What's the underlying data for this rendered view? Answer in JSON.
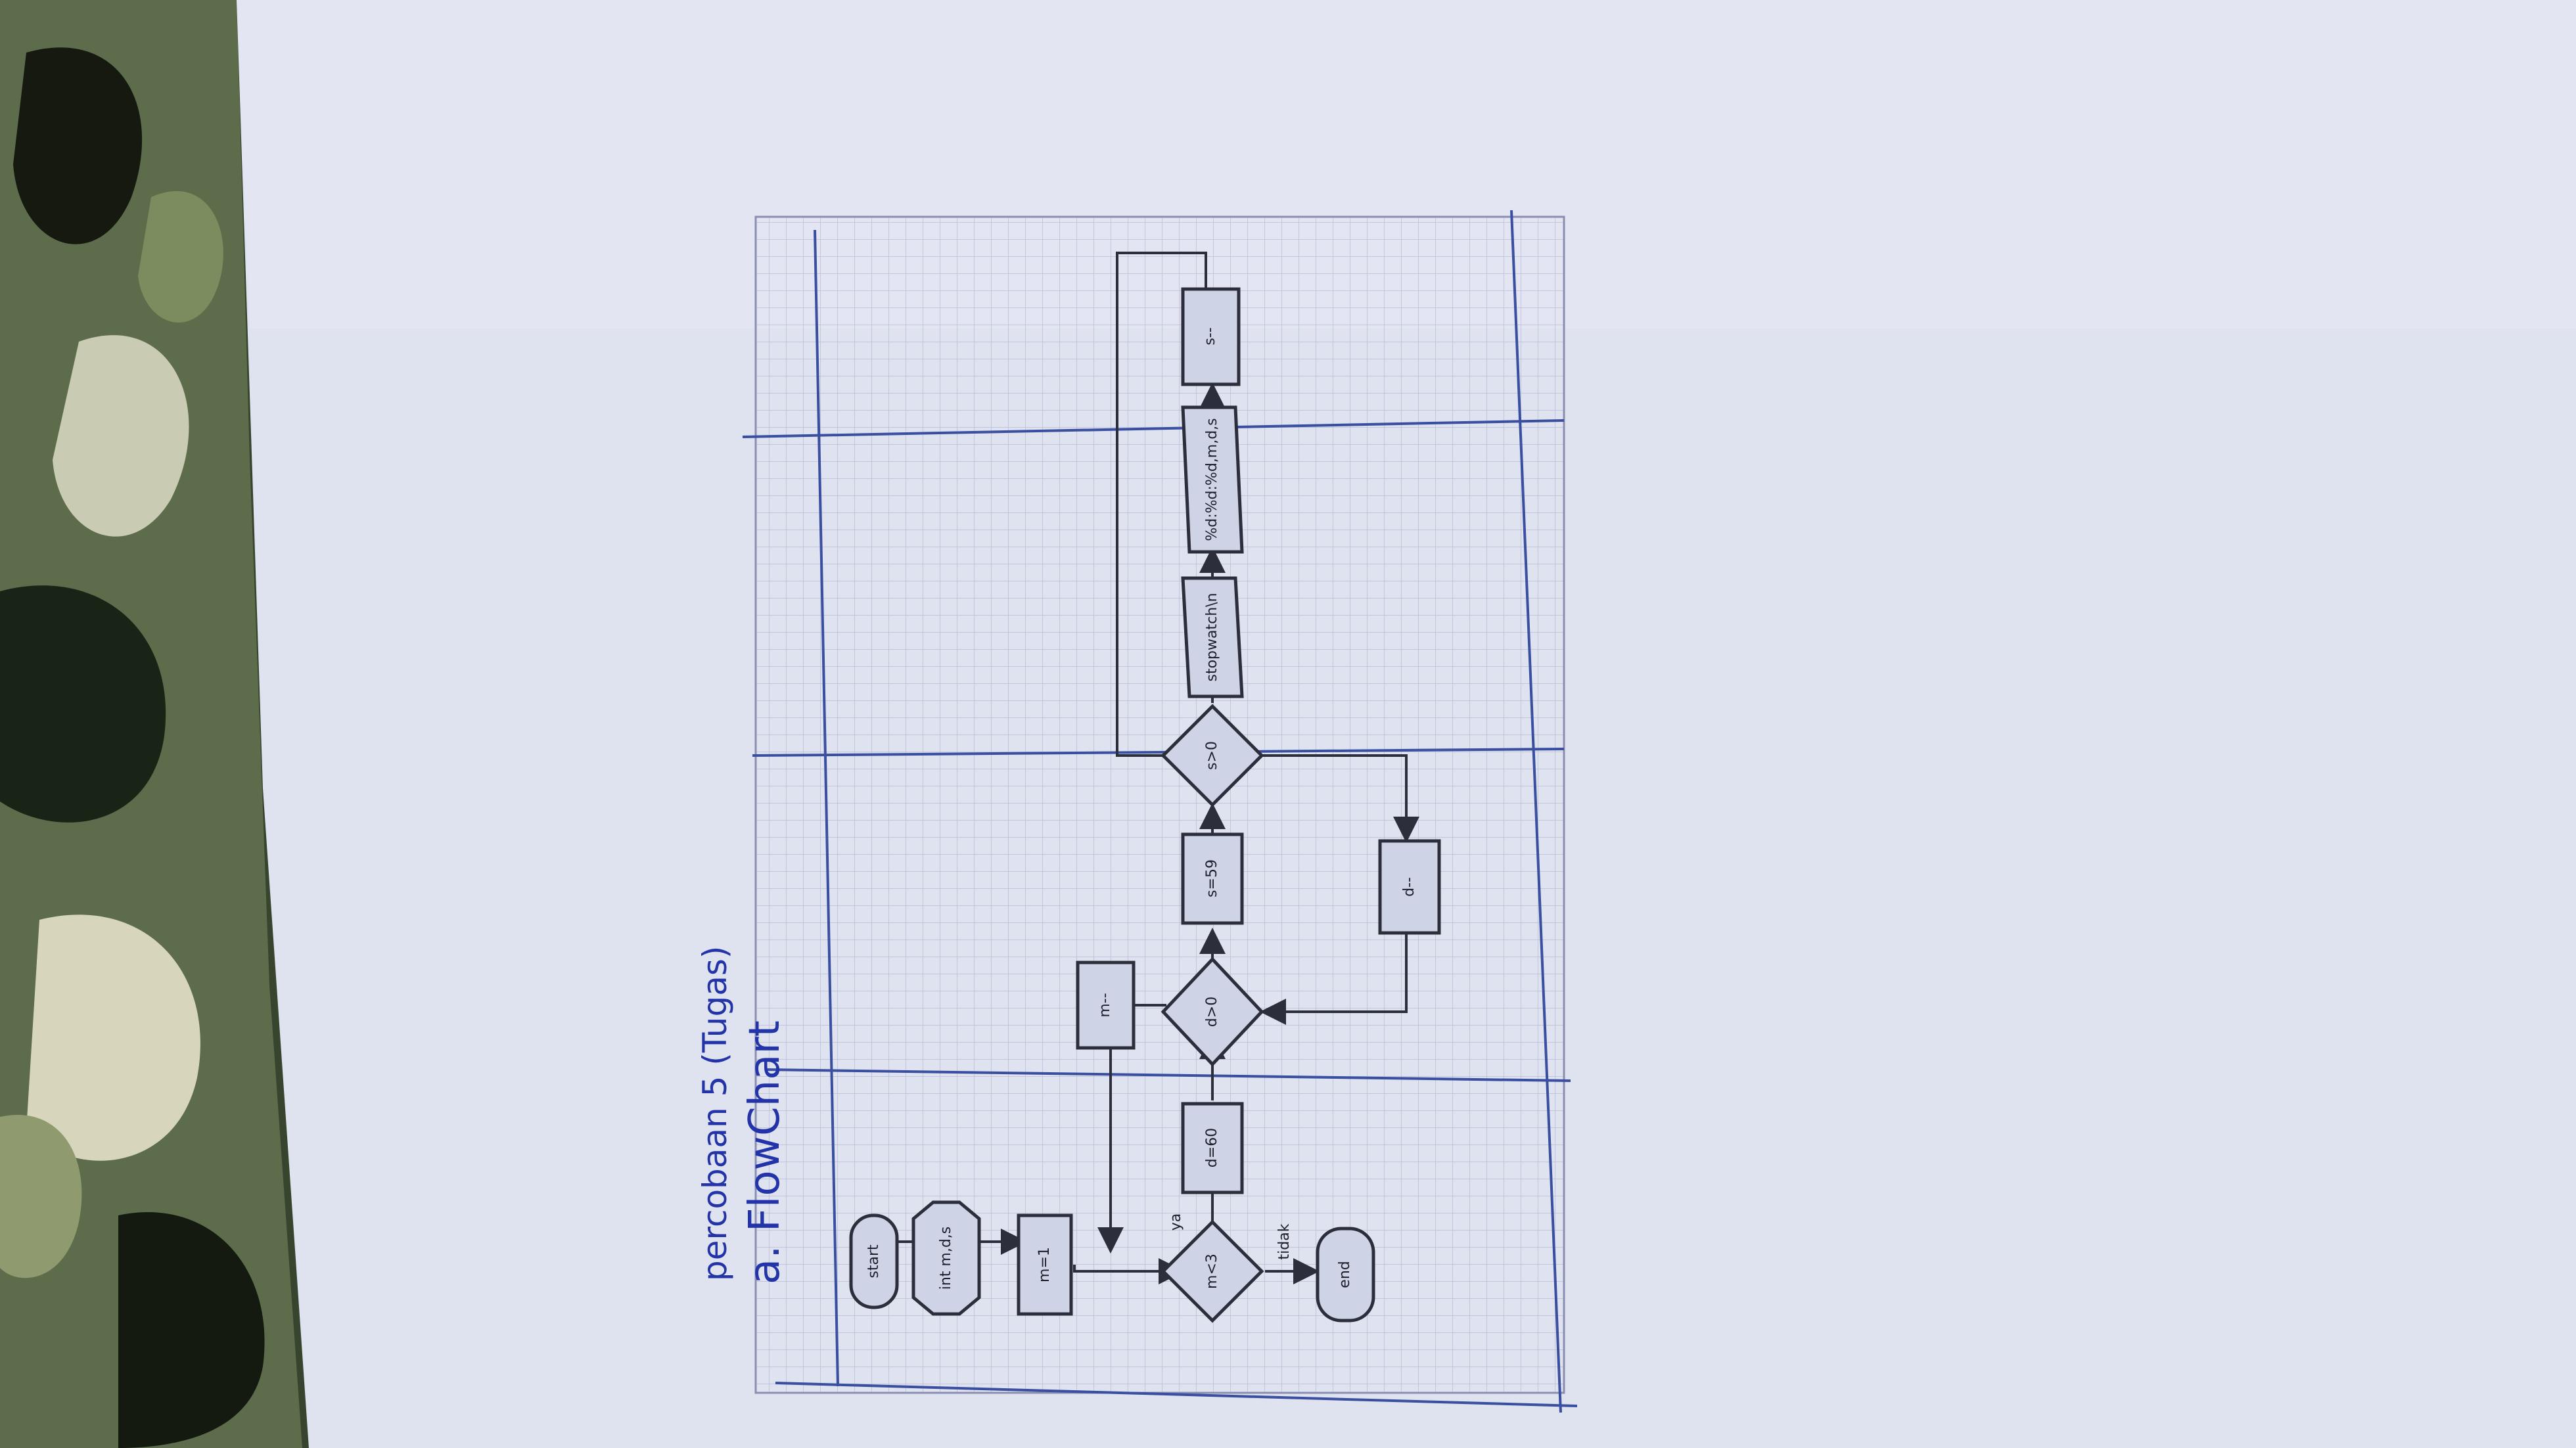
{
  "heading": {
    "line1": "percobaan 5 (Tugas)",
    "line2": "a. FlowChart"
  },
  "flowchart": {
    "nodes": {
      "start": "start",
      "declare": "int m,d,s",
      "init_m": "m=1",
      "cond_m": "m<3",
      "set_d": "d=60",
      "cond_d": "d>0",
      "set_s": "s=59",
      "cond_s": "s>0",
      "print1": "stopwatch\\n",
      "print2": "%d:%d:%d,m,d,s",
      "dec_s": "s--",
      "dec_d": "d--",
      "dec_m": "m--",
      "end": "end"
    },
    "edge_labels": {
      "yes": "ya",
      "no": "tidak"
    }
  },
  "colors": {
    "paper": "#dfe2ef",
    "ink_pen": "#2333a8",
    "grid": "#b9bdd6",
    "lane_lines": "#3a4fa0",
    "fabric_dark": "#1b2418",
    "fabric_light": "#c9cbb2"
  }
}
